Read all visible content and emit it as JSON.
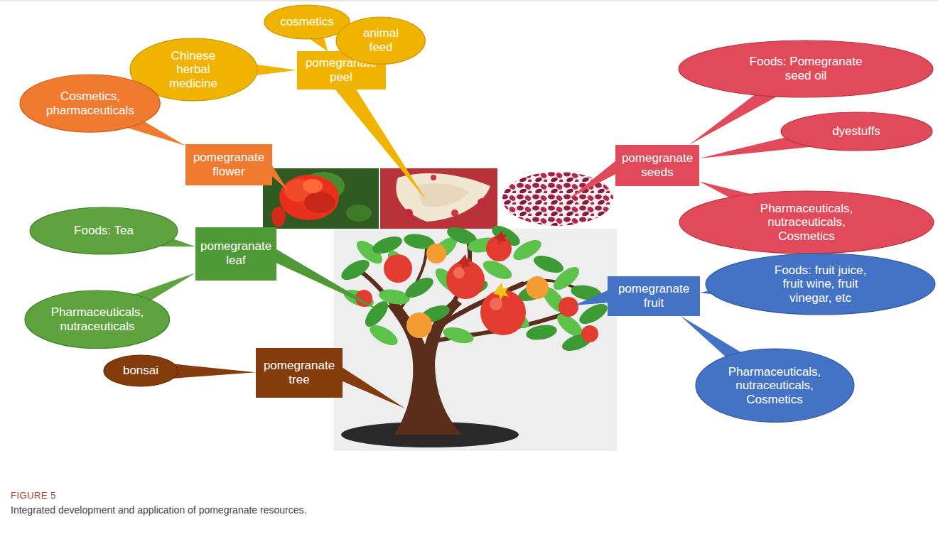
{
  "diagram": {
    "caption": "Integrated development and application of pomegranate resources.",
    "nodes": [
      {
        "text": [
          "pomegranate peel"
        ]
      },
      {
        "text": [
          "Chinese herbal medicine"
        ]
      },
      {
        "text": [
          "cosmetics"
        ]
      },
      {
        "text": [
          "animal feed"
        ]
      },
      {
        "text": [
          "pomegranate flower"
        ]
      },
      {
        "text": [
          "Cosmetics, pharmaceuticals"
        ]
      },
      {
        "text": [
          "pomegranate seeds"
        ]
      },
      {
        "text": [
          "Foods: Pomegranate seed oil"
        ]
      },
      {
        "text": [
          "dyestuffs"
        ]
      },
      {
        "text": [
          "Pharmaceuticals, nutraceuticals, Cosmetics"
        ]
      },
      {
        "text": [
          "pomegranate leaf"
        ]
      },
      {
        "text": [
          "Foods: Tea"
        ]
      },
      {
        "text": [
          "Pharmaceuticals, nutraceuticals"
        ]
      },
      {
        "text": [
          "pomegranate tree"
        ]
      },
      {
        "text": [
          "bonsai"
        ]
      },
      {
        "text": [
          "pomegranate fruit"
        ]
      },
      {
        "text": [
          "Foods: fruit juice, fruit wine, fruit vinegar, etc"
        ]
      },
      {
        "text": [
          "Pharmaceuticals, nutraceuticals, Cosmetics"
        ]
      }
    ],
    "edges": [
      {
        "from": 0,
        "to": 1,
        "arrow": "none"
      },
      {
        "from": 0,
        "to": 2,
        "arrow": "none"
      },
      {
        "from": 0,
        "to": 3,
        "arrow": "none"
      },
      {
        "from": 4,
        "to": 5,
        "arrow": "none"
      },
      {
        "from": 6,
        "to": 7,
        "arrow": "none"
      },
      {
        "from": 6,
        "to": 8,
        "arrow": "none"
      },
      {
        "from": 6,
        "to": 9,
        "arrow": "none"
      },
      {
        "from": 10,
        "to": 11,
        "arrow": "none"
      },
      {
        "from": 10,
        "to": 12,
        "arrow": "none"
      },
      {
        "from": 13,
        "to": 14,
        "arrow": "none"
      },
      {
        "from": 15,
        "to": 16,
        "arrow": "none"
      },
      {
        "from": 15,
        "to": 17,
        "arrow": "none"
      }
    ],
    "labels": [
      "FIGURE 5"
    ]
  }
}
